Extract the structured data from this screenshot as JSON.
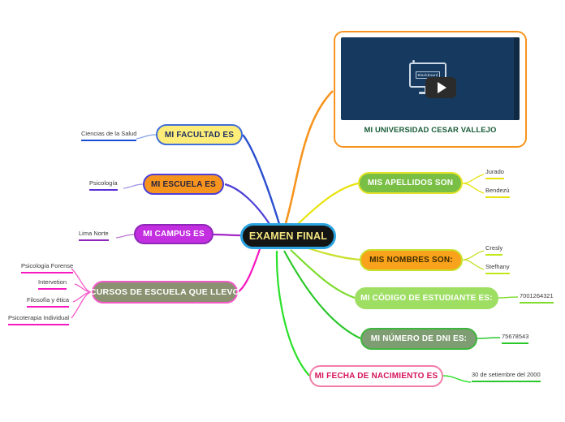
{
  "central": {
    "label": "EXAMEN FINAL"
  },
  "media": {
    "caption": "MI UNIVERSIDAD CESAR VALLEJO",
    "screen_label": "Blackboard",
    "play_icon": "play-icon",
    "monitor_icon": "monitor-icon"
  },
  "branches": {
    "facultad": {
      "label": "MI FACULTAD ES",
      "leaves": [
        "Ciencias de la Salud"
      ]
    },
    "escuela": {
      "label": "MI ESCUELA ES",
      "leaves": [
        "Psicología"
      ]
    },
    "campus": {
      "label": "MI CAMPUS ES",
      "leaves": [
        "Lima Norte"
      ]
    },
    "cursos": {
      "label": "CURSOS DE ESCUELA QUE LLEVO",
      "leaves": [
        "Psicología Forense",
        "Intervetion",
        "Filosofía y ética",
        "Psicoterapia Individual"
      ]
    },
    "apellidos": {
      "label": "MIS APELLIDOS SON",
      "leaves": [
        "Jurado",
        "Bendezú"
      ]
    },
    "nombres": {
      "label": "MIS NOMBRES SON:",
      "leaves": [
        "Cresly",
        "Stefhany"
      ]
    },
    "codigo": {
      "label": "MI CÓDIGO DE ESTUDIANTE ES:",
      "leaves": [
        "7001264321"
      ]
    },
    "dni": {
      "label": "MI NÚMERO DE DNI ES:",
      "leaves": [
        "75678543"
      ]
    },
    "fecha": {
      "label": "MI FECHA DE NACIMIENTO ES",
      "leaves": [
        "30 de setiembre del 2000"
      ]
    }
  },
  "colors": {
    "central_fill": "#141414",
    "central_border": "#2aa3e0",
    "central_text": "#f2e57f",
    "facultad": "#ffed79",
    "escuela": "#f7941e",
    "campus": "#c22ee0",
    "cursos": "#8a9170",
    "apellidos": "#79bf45",
    "nombres": "#f9a21b",
    "codigo": "#9ede63",
    "dni": "#7f9d72",
    "fecha_border": "#f27ca8",
    "media_border": "#f7941e",
    "thumb_bg": "#163a5f"
  }
}
